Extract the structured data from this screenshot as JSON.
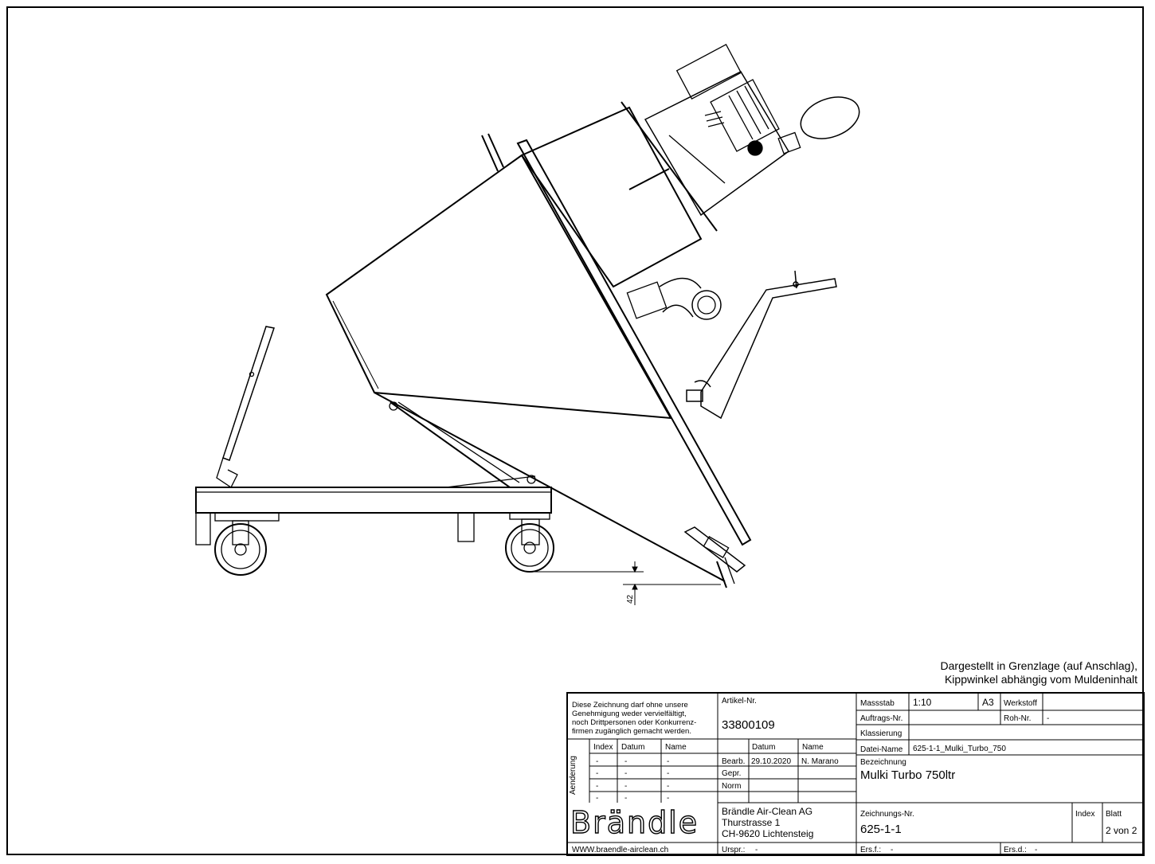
{
  "note": {
    "line1": "Dargestellt in Grenzlage (auf Anschlag),",
    "line2": "Kippwinkel abhängig vom Muldeninhalt"
  },
  "dimension": "42",
  "disclaimer": [
    "Diese Zeichnung darf ohne unsere",
    "Genehmigung weder vervielfältigt,",
    "noch Drittpersonen oder Konkurrenz-",
    "firmen zugänglich gemacht werden."
  ],
  "artikel": {
    "label": "Artikel-Nr.",
    "value": "33800109"
  },
  "revision": {
    "vertical_label": "Aenderung",
    "headers": [
      "Index",
      "Datum",
      "Name"
    ],
    "rows": [
      [
        "-",
        "-",
        "-"
      ],
      [
        "-",
        "-",
        "-"
      ],
      [
        "-",
        "-",
        "-"
      ],
      [
        "-",
        "-",
        "-"
      ]
    ]
  },
  "approval": {
    "headers": [
      "Datum",
      "Name"
    ],
    "rows": [
      {
        "label": "Bearb.",
        "datum": "29.10.2020",
        "name": "N. Marano"
      },
      {
        "label": "Gepr.",
        "datum": "",
        "name": ""
      },
      {
        "label": "Norm",
        "datum": "",
        "name": ""
      }
    ]
  },
  "company": {
    "logo": "Brändle",
    "name": "Brändle Air-Clean AG",
    "street": "Thurstrasse 1",
    "city": "CH-9620 Lichtensteig",
    "web": "WWW.braendle-airclean.ch"
  },
  "ursprung": {
    "label": "Urspr.:",
    "value": "-"
  },
  "fields": {
    "massstab_label": "Massstab",
    "massstab": "1:10",
    "format": "A3",
    "werkstoff_label": "Werkstoff",
    "werkstoff": "",
    "auftrag_label": "Auftrags-Nr.",
    "auftrag": "",
    "rohnr_label": "Roh-Nr.",
    "rohnr": "-",
    "klass_label": "Klassierung",
    "klass": "",
    "datei_label": "Datei-Name",
    "datei": "625-1-1_Mulki_Turbo_750",
    "bez_label": "Bezeichnung",
    "bez": "Mulki Turbo 750ltr",
    "znr_label": "Zeichnungs-Nr.",
    "znr": "625-1-1",
    "index_label": "Index",
    "index": "",
    "blatt_label": "Blatt",
    "blatt": "2 von 2",
    "ersf_label": "Ers.f.:",
    "ersf": "-",
    "ersd_label": "Ers.d.:",
    "ersd": "-"
  }
}
